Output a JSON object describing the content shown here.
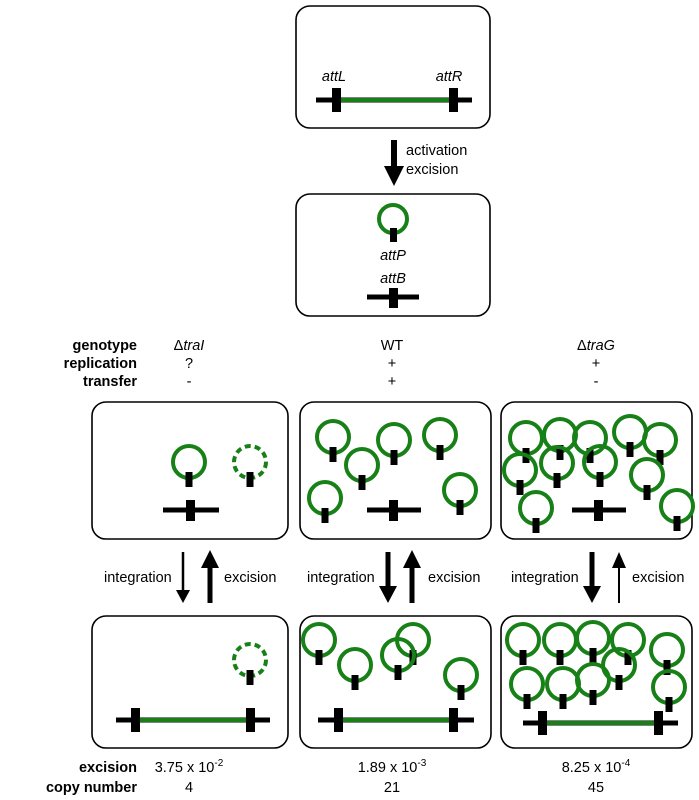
{
  "top": {
    "left_site": "attL",
    "right_site": "attR",
    "arrow_label_line1": "activation",
    "arrow_label_line2": "excision"
  },
  "excised": {
    "plasmid_site": "attP",
    "chromosome_site": "attB"
  },
  "header": {
    "row_labels": [
      "genotype",
      "replication",
      "transfer"
    ],
    "columns": [
      {
        "genotype_prefix": "Δ",
        "genotype_gene": "traI",
        "replication": "?",
        "transfer": "-"
      },
      {
        "genotype_prefix": "",
        "genotype_gene": "WT",
        "replication": "+",
        "transfer": "+"
      },
      {
        "genotype_prefix": "Δ",
        "genotype_gene": "traG",
        "replication": "+",
        "transfer": "-"
      }
    ]
  },
  "arrows": {
    "left_label": "integration",
    "right_label": "excision"
  },
  "footer": {
    "excision_label": "excision",
    "copy_label": "copy number",
    "columns": [
      {
        "excision_mantissa": "3.75 x 10",
        "excision_exp": "-2",
        "copy_number": "4"
      },
      {
        "excision_mantissa": "1.89 x 10",
        "excision_exp": "-3",
        "copy_number": "21"
      },
      {
        "excision_mantissa": "8.25 x 10",
        "excision_exp": "-4",
        "copy_number": "45"
      }
    ]
  },
  "colors": {
    "element": "#178017",
    "dna": "#000000"
  }
}
